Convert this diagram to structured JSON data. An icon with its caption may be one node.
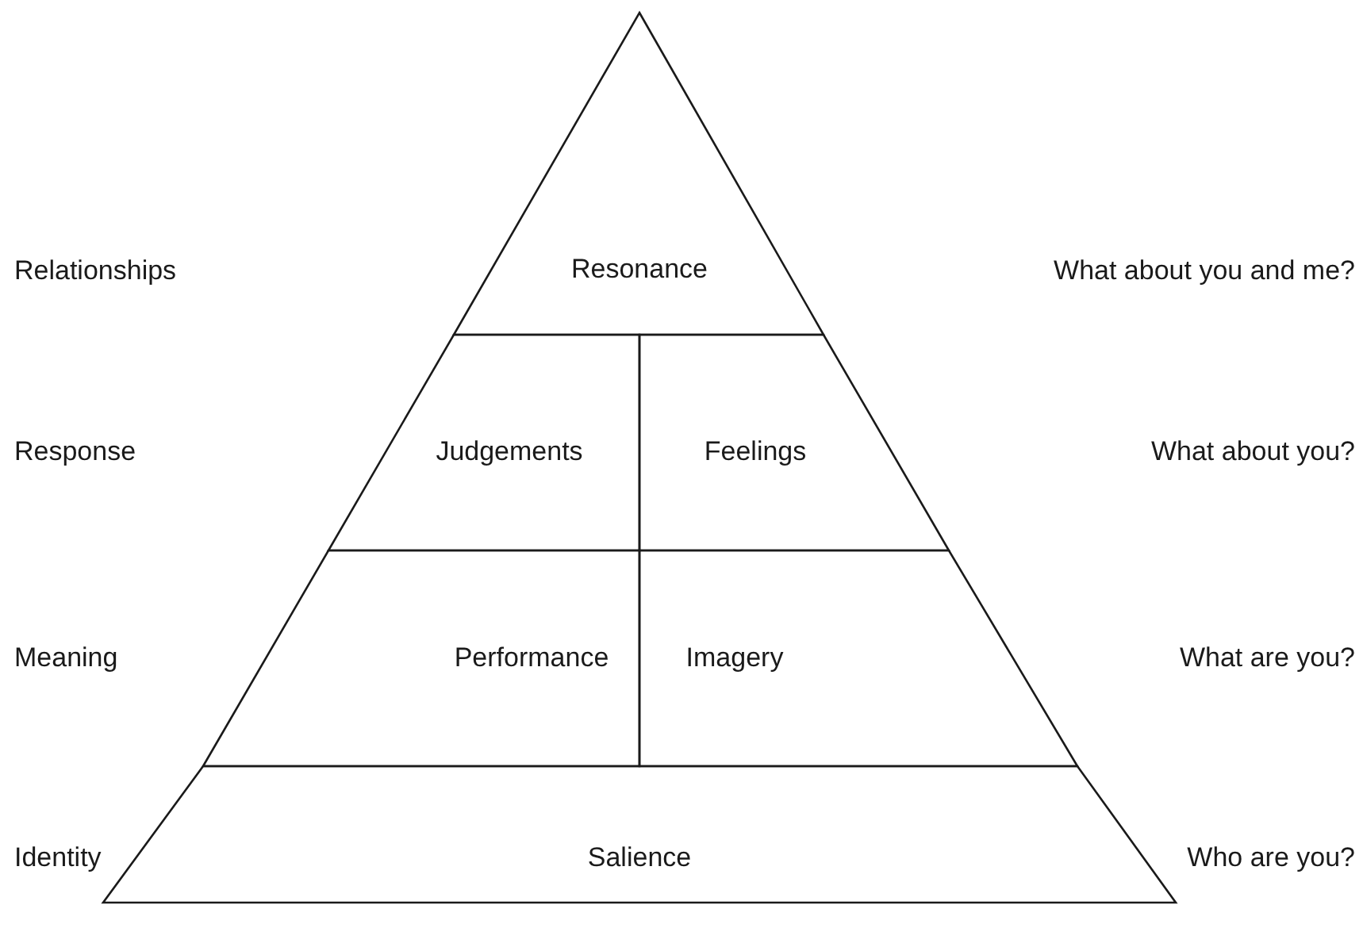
{
  "diagram": {
    "nodes": [
      {
        "text": [
          "Resonance"
        ]
      },
      {
        "text": [
          "Judgements"
        ]
      },
      {
        "text": [
          "Feelings"
        ]
      },
      {
        "text": [
          "Performance"
        ]
      },
      {
        "text": [
          "Imagery"
        ]
      },
      {
        "text": [
          "Salience"
        ]
      }
    ],
    "labels": [
      "Relationships",
      "What about you and me?",
      "Response",
      "What about you?",
      "Meaning",
      "What are you?",
      "Identity",
      "Who are you?"
    ]
  }
}
